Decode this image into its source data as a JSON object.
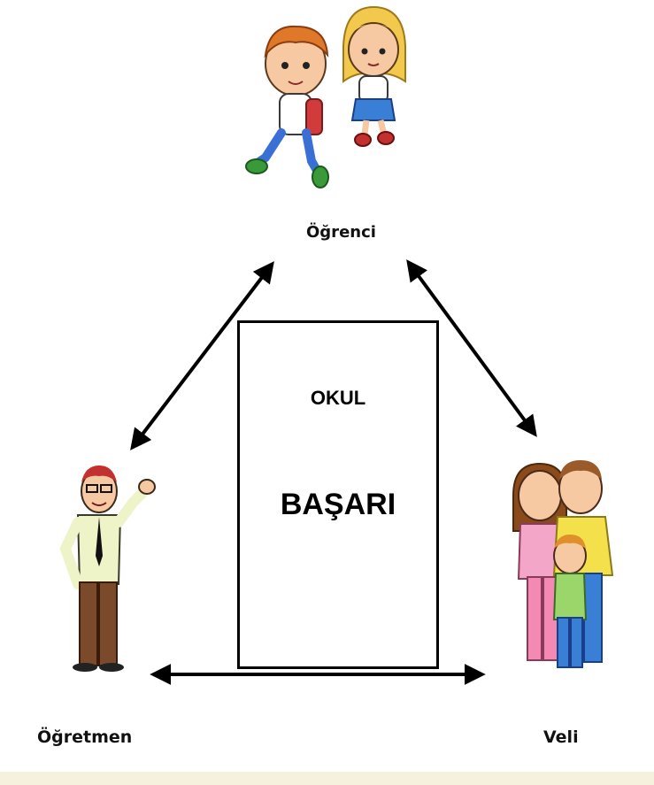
{
  "nodes": {
    "student": "Öğrenci",
    "teacher": "Öğretmen",
    "parent": "Veli"
  },
  "center": {
    "title": "OKUL",
    "value": "BAŞARI"
  },
  "colors": {
    "arrow": "#000000",
    "skin": "#f7c9a3",
    "boy_hair": "#e0782a",
    "girl_hair": "#f2c94c",
    "teacher_shirt": "#eef3c8",
    "teacher_pants": "#7a4a2a",
    "mother_shirt": "#f4a6c8",
    "father_shirt": "#f4e04a",
    "child_shirt": "#9bd66a"
  }
}
